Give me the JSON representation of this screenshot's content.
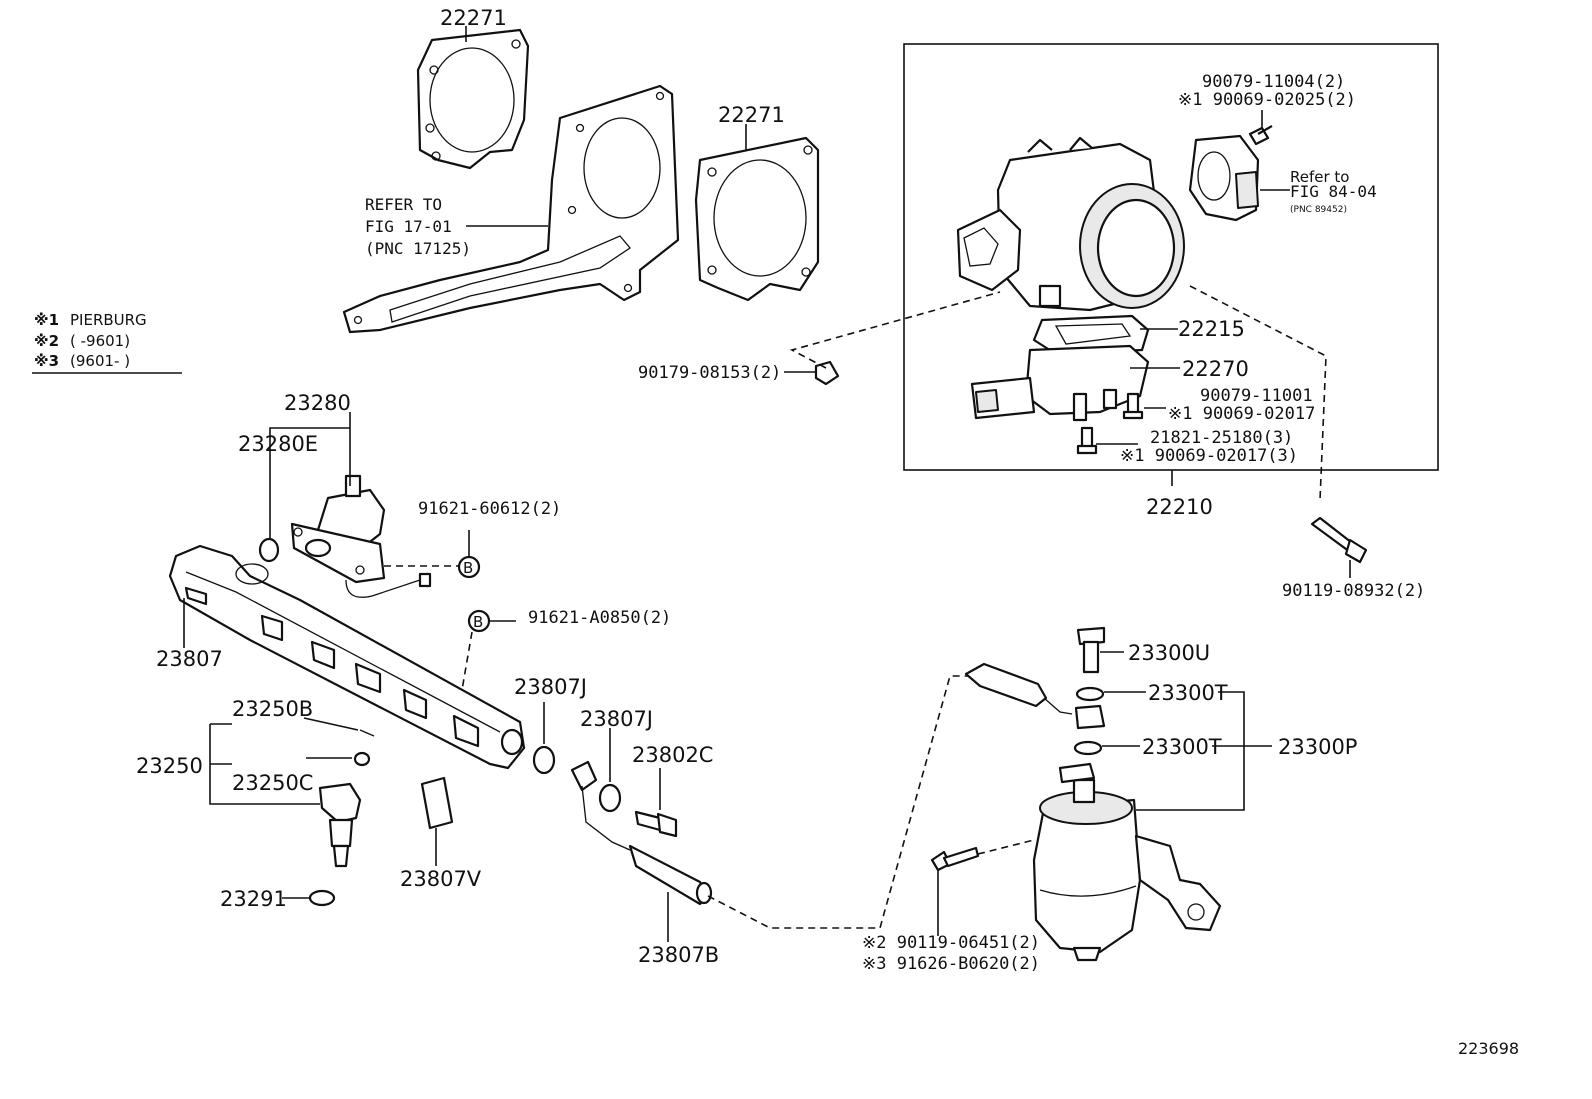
{
  "notes": {
    "n1_mark": "※1",
    "n1_text": "PIERBURG",
    "n2_mark": "※2",
    "n2_text": "(      -9601)",
    "n3_mark": "※3",
    "n3_text": "(9601-        )"
  },
  "refer_fig17": {
    "line1": "REFER TO",
    "line2": "FIG 17-01",
    "line3": "(PNC 17125)"
  },
  "refer_fig84": {
    "line1": "Refer to",
    "line2": "FIG 84-04",
    "line3": "(PNC 89452)"
  },
  "parts": {
    "p22271_a": "22271",
    "p22271_b": "22271",
    "p90079_11004": "90079-11004(2)",
    "p90069_02025": "※1 90069-02025(2)",
    "p22215": "22215",
    "p22270": "22270",
    "p90079_11001": "90079-11001",
    "p90069_02017a": "※1 90069-02017",
    "p21821_25180": "21821-25180(3)",
    "p90069_02017b": "※1 90069-02017(3)",
    "p22210": "22210",
    "p90179_08153": "90179-08153(2)",
    "p90119_08932": "90119-08932(2)",
    "p23280": "23280",
    "p23280E": "23280E",
    "p91621_60612": "91621-60612(2)",
    "p91621_A0850": "91621-A0850(2)",
    "p23807": "23807",
    "p23807J_a": "23807J",
    "p23807J_b": "23807J",
    "p23802C": "23802C",
    "p23250B": "23250B",
    "p23250": "23250",
    "p23250C": "23250C",
    "p23807V": "23807V",
    "p23291": "23291",
    "p23807B": "23807B",
    "p23300U": "23300U",
    "p23300T_a": "23300T",
    "p23300T_b": "23300T",
    "p23300P": "23300P",
    "p90119_06451": "※2 90119-06451(2)",
    "p91626_B0620": "※3 91626-B0620(2)"
  },
  "callout_b": "B",
  "figure_id": "223698"
}
